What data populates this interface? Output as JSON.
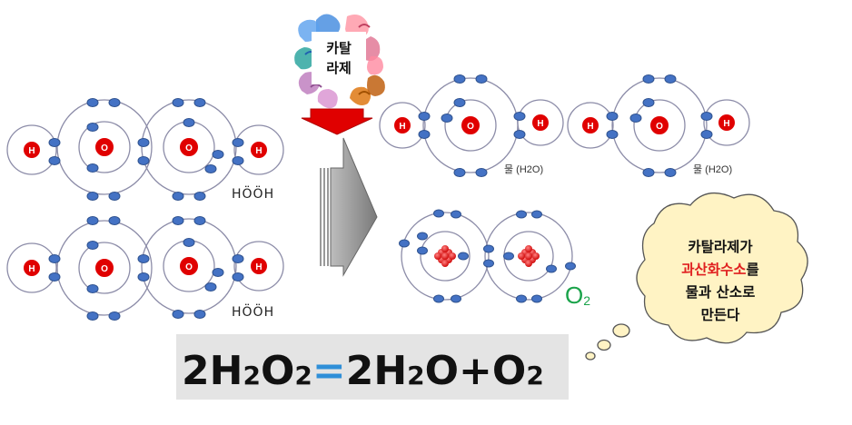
{
  "enzyme": {
    "line1": "카탈",
    "line2": "라제"
  },
  "atoms": {
    "hydrogen": "H",
    "oxygen": "O"
  },
  "labels": {
    "peroxide_formula": "HÖÖH",
    "water1": "물 (H2O)",
    "water2": "물 (H2O)",
    "oxygen_gas": "O",
    "oxygen_sub": "2"
  },
  "equation": {
    "c1": "2",
    "s1": "H",
    "n1": "2",
    "s2": "O",
    "n2": "2",
    "eq": "=",
    "c2": "2",
    "s3": "H",
    "n3": "2",
    "s4": "O",
    "plus": "+",
    "s5": "O",
    "n4": "2"
  },
  "bubble": {
    "line1": "카탈라제가",
    "line2_red": "과산화수소",
    "line2_rest": "를",
    "line3": "물과 산소로",
    "line4": "만든다"
  },
  "colors": {
    "nucleus": "#e00000",
    "electron": "#4472c4",
    "oxygen_label": "#1aa34a",
    "highlight": "#e02020",
    "equals": "#2f8fd8",
    "bubble_fill": "#fff3c4",
    "arrow_red": "#e00000",
    "arrow_gray": "#8c8c8c"
  }
}
